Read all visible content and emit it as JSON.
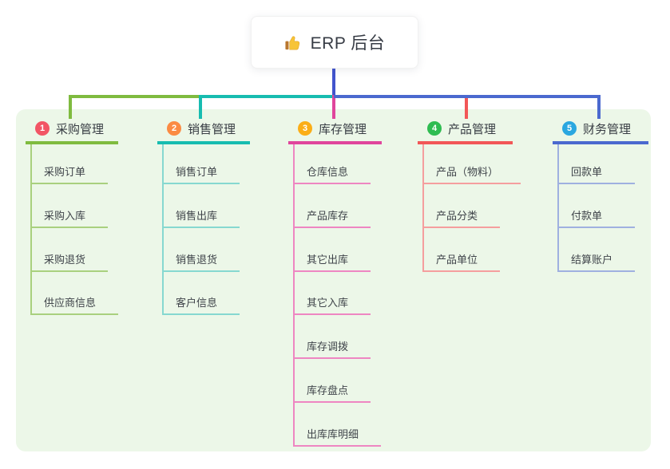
{
  "root": {
    "title": "ERP 后台",
    "icon": "thumbs-up-icon"
  },
  "colors": {
    "canvas_bg": "#ffffff",
    "panel_bg": "#ecf7e8",
    "root_connector": "#4254cd",
    "header_text": "#383d44",
    "child_text": "#3f444a"
  },
  "branches": [
    {
      "num": "1",
      "label": "采购管理",
      "badge_color": "#f25565",
      "line_color": "#7fbb3f",
      "child_line_color": "#a9d07e",
      "children": [
        "采购订单",
        "采购入库",
        "采购退货",
        "供应商信息"
      ]
    },
    {
      "num": "2",
      "label": "销售管理",
      "badge_color": "#fb8b43",
      "line_color": "#17bcb0",
      "child_line_color": "#86d8d0",
      "children": [
        "销售订单",
        "销售出库",
        "销售退货",
        "客户信息"
      ]
    },
    {
      "num": "3",
      "label": "库存管理",
      "badge_color": "#fbae17",
      "line_color": "#e0459c",
      "child_line_color": "#ee86c2",
      "children": [
        "仓库信息",
        "产品库存",
        "其它出库",
        "其它入库",
        "库存调拨",
        "库存盘点",
        "出库库明细"
      ]
    },
    {
      "num": "4",
      "label": "产品管理",
      "badge_color": "#2fbc51",
      "line_color": "#f25757",
      "child_line_color": "#f59e9e",
      "children": [
        "产品（物料）",
        "产品分类",
        "产品单位"
      ]
    },
    {
      "num": "5",
      "label": "财务管理",
      "badge_color": "#2aa7e0",
      "line_color": "#4b69cf",
      "child_line_color": "#9fb0e0",
      "children": [
        "回款单",
        "付款单",
        "结算账户"
      ]
    }
  ]
}
